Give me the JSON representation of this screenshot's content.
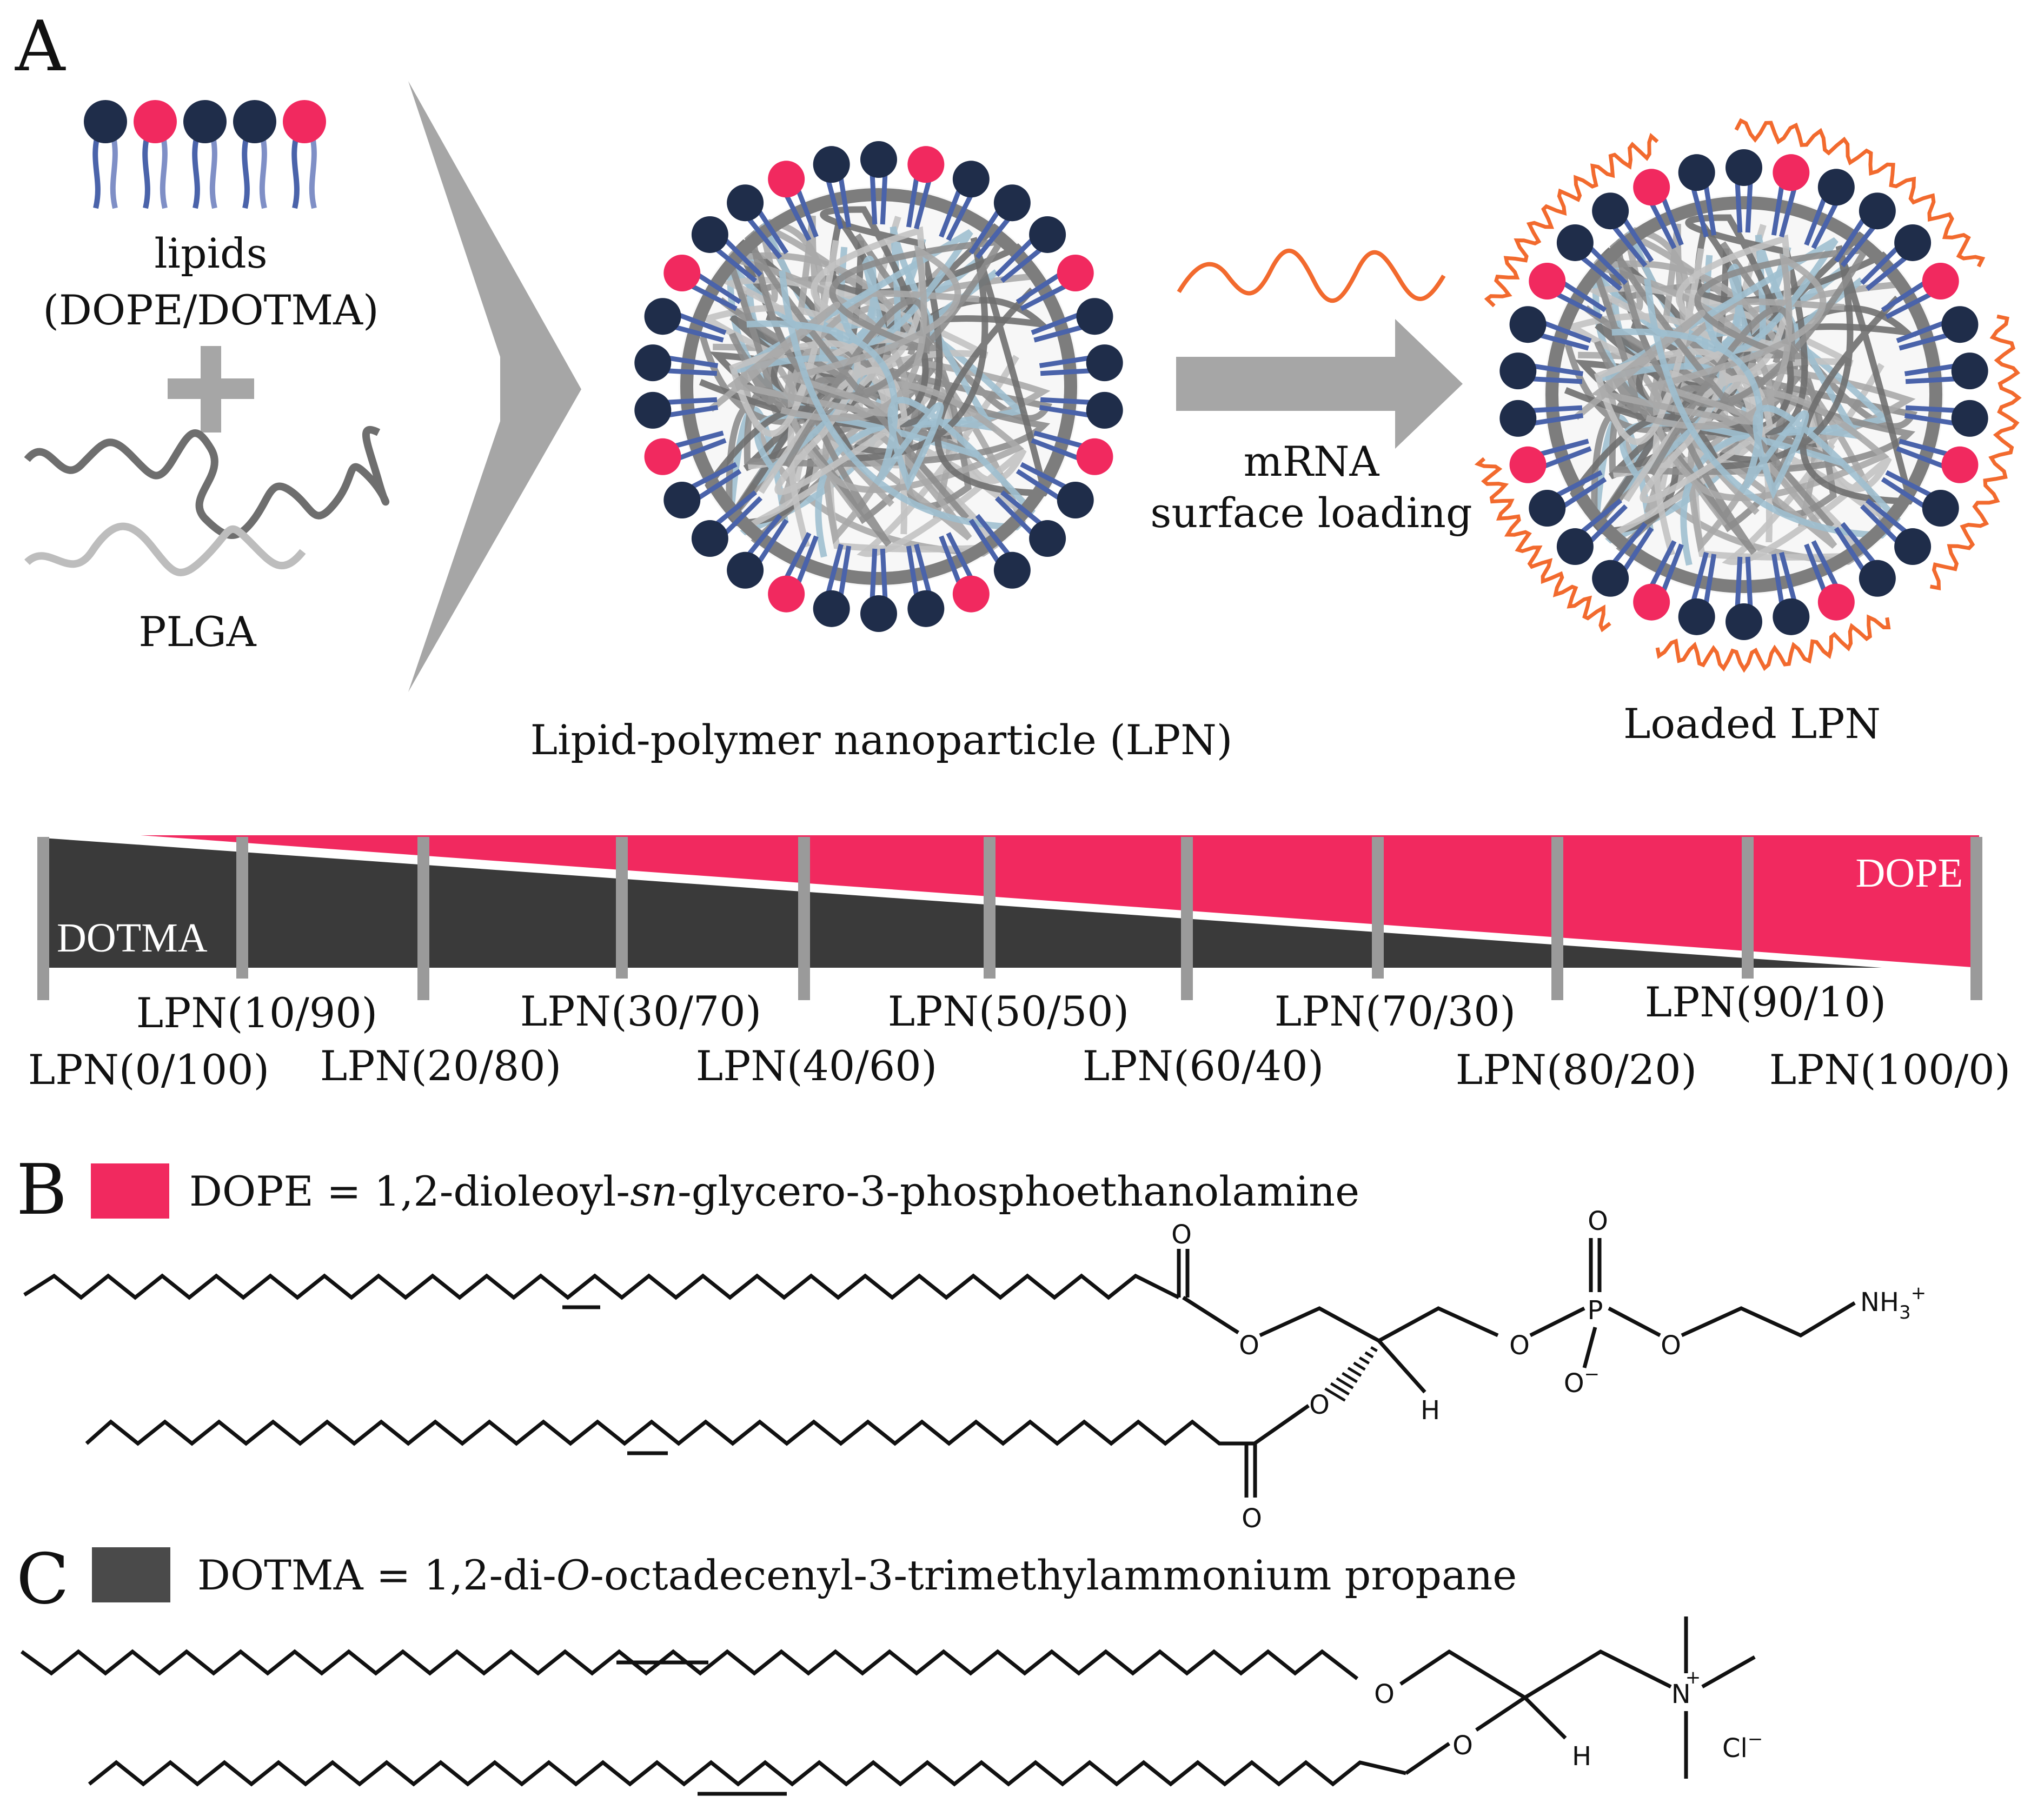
{
  "panels": {
    "a": "A",
    "b": "B",
    "c": "C"
  },
  "left": {
    "lipids_line1": "lipids",
    "lipids_line2": "(DOPE/DOTMA)",
    "plus": "+",
    "polymer": "PLGA"
  },
  "lpn_caption": "Lipid-polymer nanoparticle (LPN)",
  "loading": {
    "line1": "mRNA",
    "line2": "surface loading"
  },
  "loaded_caption": "Loaded LPN",
  "ratio_bar": {
    "left_label": "DOTMA",
    "right_label": "DOPE",
    "formulations_top": [
      "LPN(10/90)",
      "LPN(30/70)",
      "LPN(50/50)",
      "LPN(70/30)",
      "LPN(90/10)"
    ],
    "formulations_bottom": [
      "LPN(0/100)",
      "LPN(20/80)",
      "LPN(40/60)",
      "LPN(60/40)",
      "LPN(80/20)",
      "LPN(100/0)"
    ]
  },
  "dope": {
    "name": "DOPE",
    "eq": " = 1,2-dioleoyl-",
    "ital": "sn",
    "rest": "-glycero-3-phosphoethanolamine"
  },
  "dotma": {
    "name": "DOTMA",
    "eq": " = 1,2-di-",
    "ital": "O",
    "rest": "-octadecenyl-3-trimethylammonium propane"
  },
  "atoms": {
    "o": "O",
    "p": "P",
    "h": "H",
    "n": "N",
    "nh3": "NH",
    "nh3_sub": "3",
    "plus": "+",
    "o_minus": "O",
    "minus": "−",
    "cl": "Cl"
  },
  "colors": {
    "dope_pink": "#F1295F",
    "dotma_dark": "#3A3A3A",
    "head_dark": "#1F2D4A",
    "tail_blue": "#4A63AA",
    "mrna_orange": "#F26A2E",
    "arrow_gray": "#A6A6A6"
  }
}
